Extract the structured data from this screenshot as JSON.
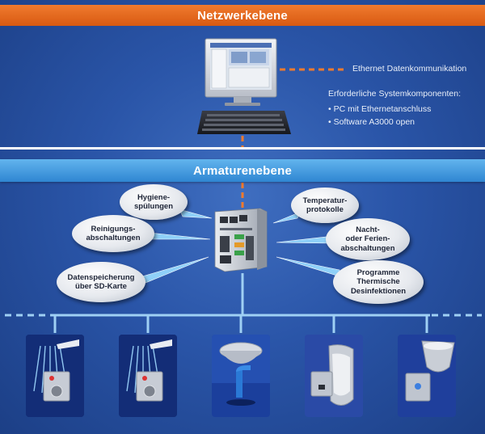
{
  "header": {
    "title": "Netzwerkebene"
  },
  "section": {
    "title": "Armaturenebene"
  },
  "network": {
    "ethernet_label": "Ethernet Datenkommunikation",
    "components_heading": "Erforderliche Systemkomponenten:",
    "components": [
      "• PC mit Ethernetanschluss",
      "• Software A3000 open"
    ]
  },
  "functions": [
    {
      "label": "Hygiene-\nspülungen"
    },
    {
      "label": "Reinigungs-\nabschaltungen"
    },
    {
      "label": "Datenspeicherung\nüber SD-Karte"
    },
    {
      "label": "Temperatur-\nprotokolle"
    },
    {
      "label": "Nacht-\noder Ferien-\nabschaltungen"
    },
    {
      "label": "Programme\nThermische\nDesinfektionen"
    }
  ],
  "devices": [
    {
      "icon": "shower-control-panel-icon"
    },
    {
      "icon": "shower-control-panel-icon"
    },
    {
      "icon": "washbasin-faucet-icon"
    },
    {
      "icon": "urinal-icon"
    },
    {
      "icon": "wall-basin-icon"
    }
  ],
  "colors": {
    "header_band": "#e8691f",
    "section_band": "#3f9be0",
    "background": "#2a55a8",
    "link_line": "#f07a2e"
  }
}
